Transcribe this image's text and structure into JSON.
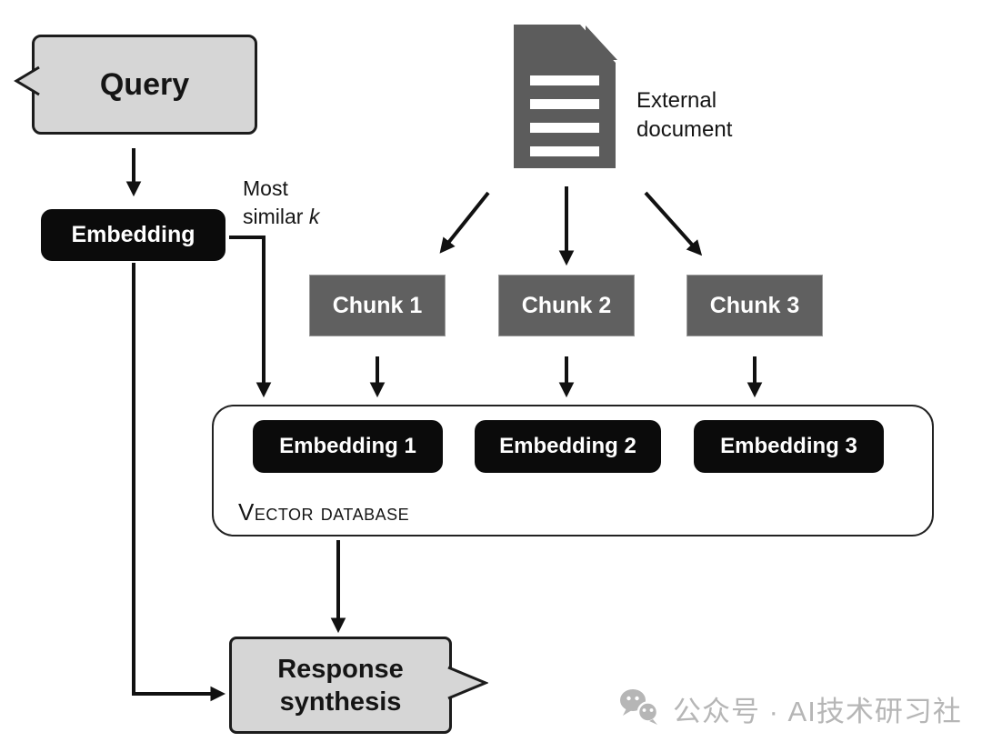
{
  "diagram": {
    "query": {
      "label": "Query"
    },
    "embedding": {
      "label": "Embedding"
    },
    "most_similar_k": {
      "line1": "Most",
      "line2": "similar ",
      "k": "k"
    },
    "external_document": {
      "label": "External document"
    },
    "chunks": [
      {
        "label": "Chunk 1"
      },
      {
        "label": "Chunk 2"
      },
      {
        "label": "Chunk 3"
      }
    ],
    "vector_database": {
      "label": "Vector database",
      "embeddings": [
        {
          "label": "Embedding 1"
        },
        {
          "label": "Embedding 2"
        },
        {
          "label": "Embedding 3"
        }
      ]
    },
    "response": {
      "line1": "Response",
      "line2": "synthesis"
    }
  },
  "watermark": {
    "text": "公众号 · AI技术研习社"
  },
  "colors": {
    "background": "#ffffff",
    "bubble_fill": "#d6d6d6",
    "black_box": "#0b0b0b",
    "gray_box": "#606060",
    "document_gray": "#5c5c5c",
    "border": "#1c1c1c",
    "arrow": "#111111",
    "watermark_gray": "#b6b6b6"
  }
}
